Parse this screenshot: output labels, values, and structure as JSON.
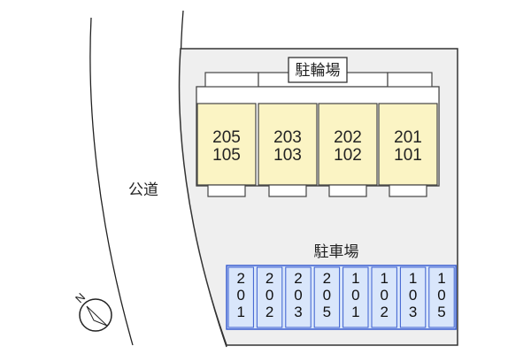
{
  "labels": {
    "road": "公道",
    "bicycle_parking": "駐輪場",
    "car_parking": "駐車場",
    "north": "N"
  },
  "units": [
    {
      "upper": "205",
      "lower": "105"
    },
    {
      "upper": "203",
      "lower": "103"
    },
    {
      "upper": "202",
      "lower": "102"
    },
    {
      "upper": "201",
      "lower": "101"
    }
  ],
  "parking_slots": [
    "201",
    "202",
    "203",
    "205",
    "101",
    "102",
    "103",
    "105"
  ],
  "colors": {
    "site": "#efefef",
    "site_border": "#333333",
    "unit_fill": "#fbf4c4",
    "unit_border": "#444444",
    "slot_fill": "#d9e6fb",
    "slot_border": "#3b5fd0"
  }
}
